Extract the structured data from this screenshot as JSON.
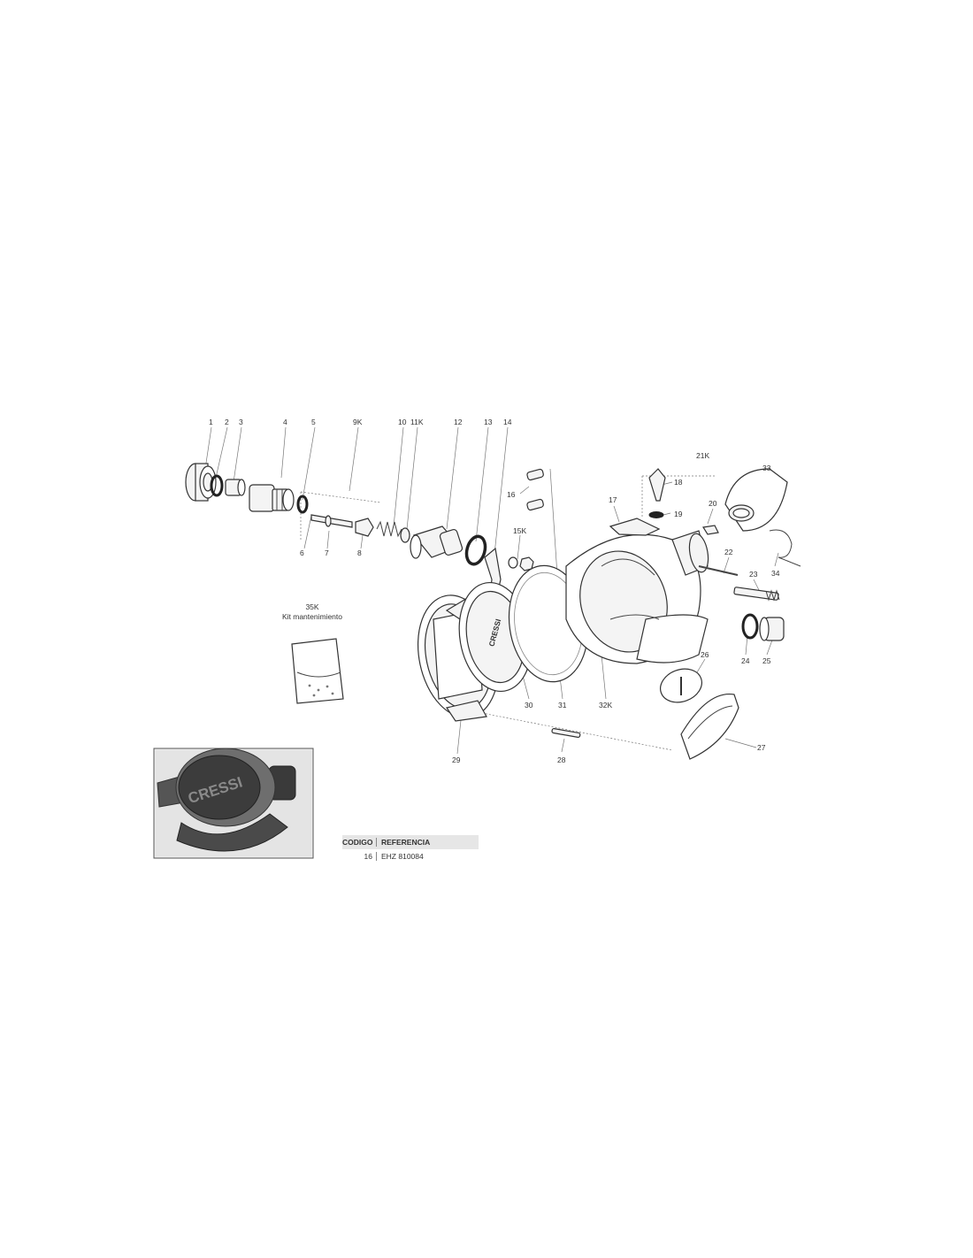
{
  "callouts": {
    "c1": "1",
    "c2": "2",
    "c3": "3",
    "c4": "4",
    "c5": "5",
    "c6": "6",
    "c7": "7",
    "c8": "8",
    "c9k": "9K",
    "c10": "10",
    "c11k": "11K",
    "c12": "12",
    "c13": "13",
    "c14": "14",
    "c15k": "15K",
    "c16": "16",
    "c17": "17",
    "c18": "18",
    "c19": "19",
    "c20": "20",
    "c21k": "21K",
    "c22": "22",
    "c23": "23",
    "c24": "24",
    "c25": "25",
    "c26": "26",
    "c27": "27",
    "c28": "28",
    "c29": "29",
    "c30": "30",
    "c31": "31",
    "c32k": "32K",
    "c33": "33",
    "c34": "34",
    "c35k": "35K"
  },
  "kit_label": "Kit mantenimiento",
  "brand_logo_text": "CRESSI",
  "reference_table": {
    "headers": {
      "code": "CODIGO",
      "reference": "REFERENCIA"
    },
    "rows": [
      {
        "code": "16",
        "reference": "EHZ 810084"
      }
    ]
  },
  "colors": {
    "line": "#333333",
    "header_bg": "#e6e6e6",
    "photo_bg": "#e9e9e9"
  }
}
